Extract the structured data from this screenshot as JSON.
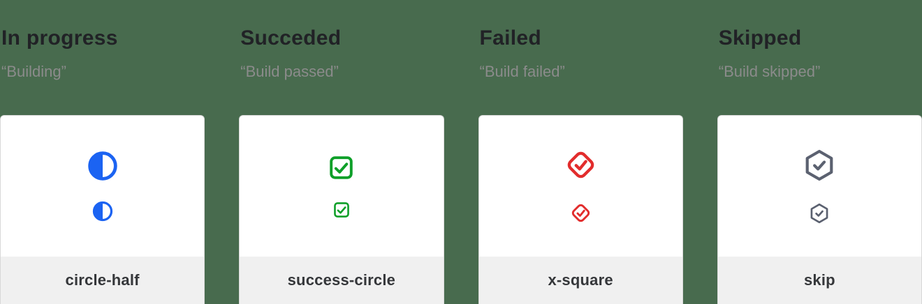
{
  "colors": {
    "background": "#486B4E",
    "card_background": "#ffffff",
    "card_border": "#d8d8d8",
    "footer_background": "#f0f0f0",
    "title_text": "#212226",
    "subtitle_text": "#8b8b8b",
    "label_text": "#35373a",
    "in_progress_blue": "#1b63f2",
    "succeeded_green": "#0d9f28",
    "failed_red": "#e22c2c",
    "skipped_gray": "#5b6170"
  },
  "columns": [
    {
      "title": "In progress",
      "subtitle": "“Building”",
      "icon": "circle-half-icon",
      "label": "circle-half",
      "color": "#1b63f2"
    },
    {
      "title": "Succeded",
      "subtitle": "“Build passed”",
      "icon": "check-square-icon",
      "label": "success-circle",
      "color": "#0d9f28"
    },
    {
      "title": "Failed",
      "subtitle": "“Build failed”",
      "icon": "check-diamond-icon",
      "label": "x-square",
      "color": "#e22c2c"
    },
    {
      "title": "Skipped",
      "subtitle": "“Build skipped”",
      "icon": "check-hexagon-icon",
      "label": "skip",
      "color": "#5b6170"
    }
  ]
}
